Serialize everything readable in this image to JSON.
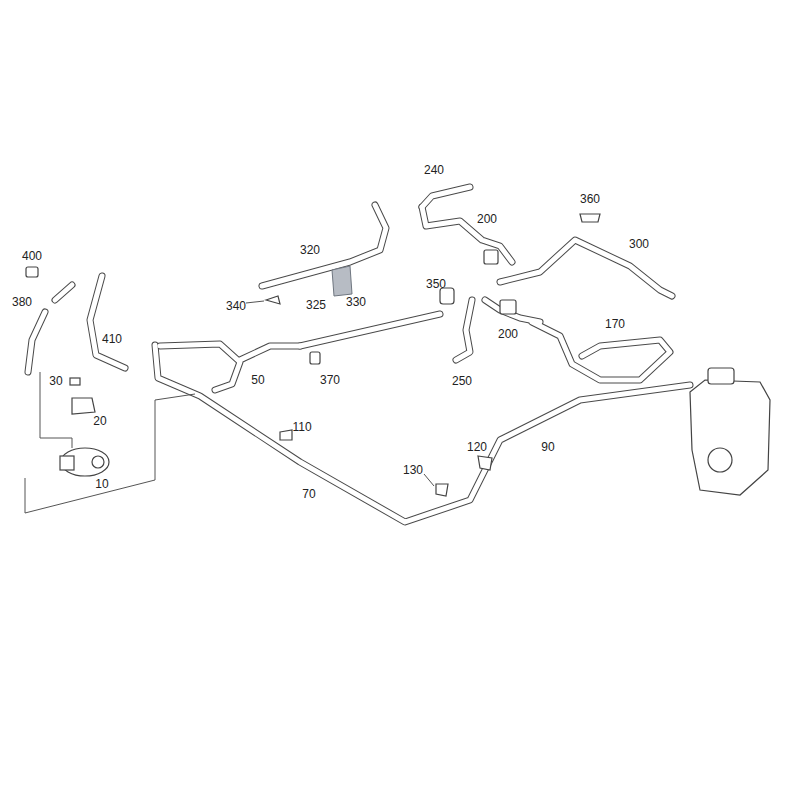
{
  "diagram": {
    "labels": [
      "400",
      "380",
      "410",
      "30",
      "20",
      "10",
      "320",
      "340",
      "325",
      "330",
      "370",
      "50",
      "240",
      "200",
      "300",
      "360",
      "350",
      "200",
      "250",
      "170",
      "110",
      "70",
      "120",
      "130",
      "90"
    ]
  }
}
